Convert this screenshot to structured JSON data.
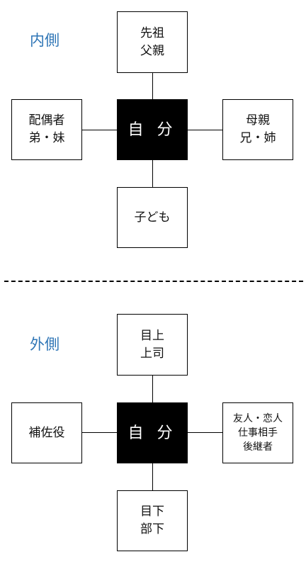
{
  "inner": {
    "label": "内側",
    "top": {
      "line1": "先祖",
      "line2": "父親"
    },
    "left": {
      "line1": "配偶者",
      "line2": "弟・妹"
    },
    "center": "自 分",
    "right": {
      "line1": "母親",
      "line2": "兄・姉"
    },
    "bottom": {
      "line1": "子ども"
    }
  },
  "outer": {
    "label": "外側",
    "top": {
      "line1": "目上",
      "line2": "上司"
    },
    "left": {
      "line1": "補佐役"
    },
    "center": "自 分",
    "right": {
      "line1": "友人・恋人",
      "line2": "仕事相手",
      "line3": "後継者"
    },
    "bottom": {
      "line1": "目下",
      "line2": "部下"
    }
  }
}
